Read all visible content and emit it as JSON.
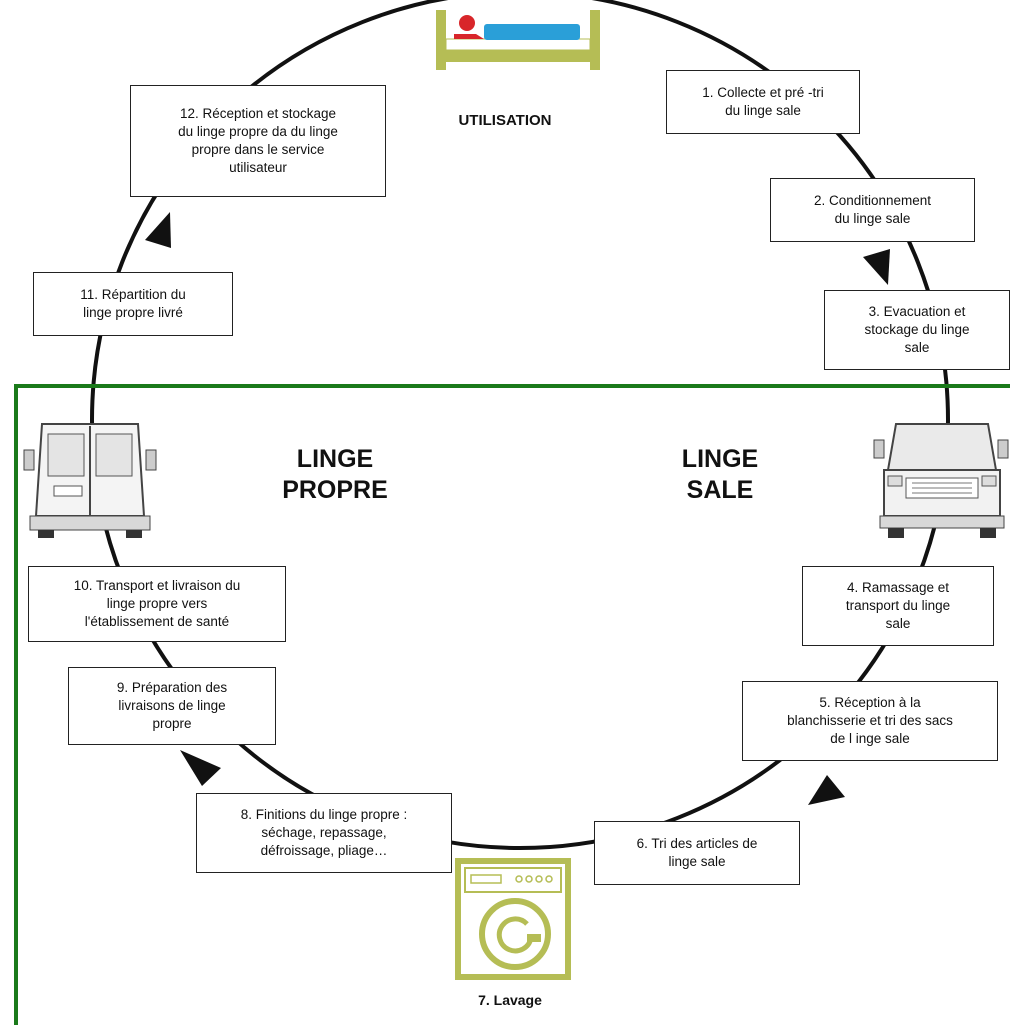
{
  "labels": {
    "utilisation": "UTILISATION",
    "linge_propre": "LINGE\nPROPRE",
    "linge_sale": "LINGE\nSALE",
    "lavage": "7. Lavage"
  },
  "steps": {
    "s1": "1. Collecte et pré    -tri\ndu linge sale",
    "s2": "2. Conditionnement\ndu linge sale",
    "s3": "3. Evacuation et\nstockage du linge\nsale",
    "s4": "4. Ramassage et\ntransport du linge\nsale",
    "s5": "5. Réception à la\nblanchisserie et tri des sacs\nde l inge sale",
    "s6": "6. Tri des articles de\nlinge sale",
    "s8": "8. Finitions du linge propre :\nséchage, repassage,\ndéfroissage, pliage…",
    "s9": "9. Préparation des\nlivraisons de linge\npropre",
    "s10": "10. Transport et livraison du\nlinge propre vers\nl'établissement de santé",
    "s11": "11. Répartition     du\nlinge propre livré",
    "s12": "12. Réception et stockage\ndu linge propre da du linge\npropre dans le service\nutilisateur"
  },
  "icons": [
    "bed-icon",
    "van-rear-icon",
    "van-front-icon",
    "washing-machine-icon"
  ],
  "colors": {
    "zone_border": "#1a7a1a",
    "icon_green": "#b5bd55",
    "bed_red": "#d8262a",
    "bed_blue": "#2a9fd8"
  }
}
